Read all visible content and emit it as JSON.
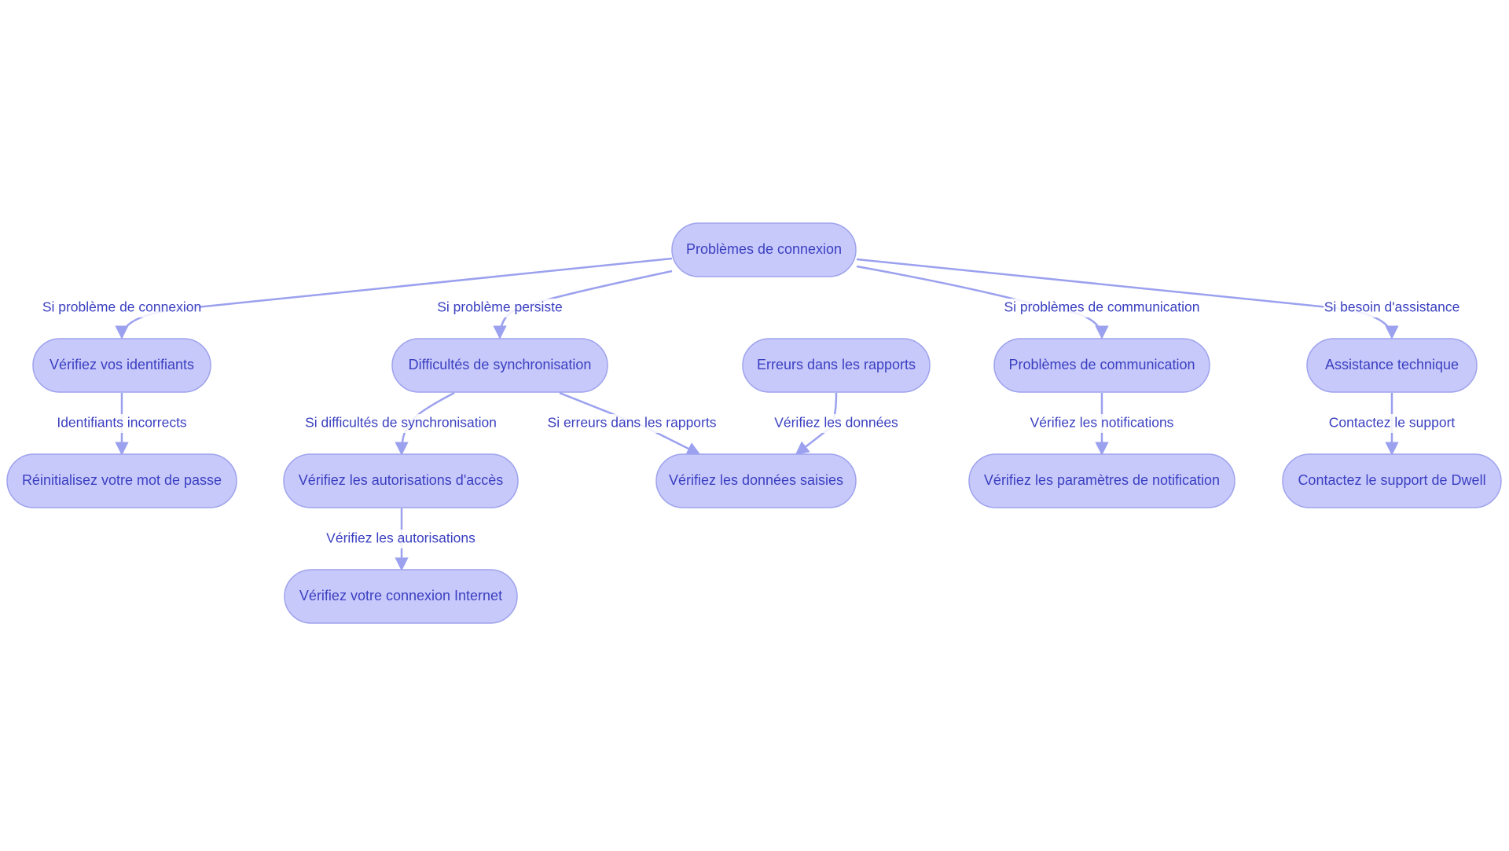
{
  "diagram": {
    "colors": {
      "node_fill": "#c8c9fb",
      "node_stroke": "#9ea3ec",
      "edge": "#9ba1ee",
      "text": "#3a3fc0"
    },
    "nodes": {
      "root": "Problèmes de connexion",
      "identifiants": "Vérifiez vos identifiants",
      "reinit": "Réinitialisez votre mot de passe",
      "sync": "Difficultés de synchronisation",
      "autorisations": "Vérifiez les autorisations d'accès",
      "internet": "Vérifiez votre connexion Internet",
      "rapports": "Erreurs dans les rapports",
      "donnees": "Vérifiez les données saisies",
      "communication": "Problèmes de communication",
      "notif": "Vérifiez les paramètres de notification",
      "assistance": "Assistance technique",
      "support": "Contactez le support de Dwell"
    },
    "edges": {
      "e1": "Si problème de connexion",
      "e2": "Si problème persiste",
      "e3": "Si problèmes de communication",
      "e4": "Si besoin d'assistance",
      "e5": "Identifiants incorrects",
      "e6": "Si difficultés de synchronisation",
      "e7": "Si erreurs dans les rapports",
      "e8": "Vérifiez les données",
      "e9": "Vérifiez les notifications",
      "e10": "Contactez le support",
      "e11": "Vérifiez les autorisations"
    }
  }
}
